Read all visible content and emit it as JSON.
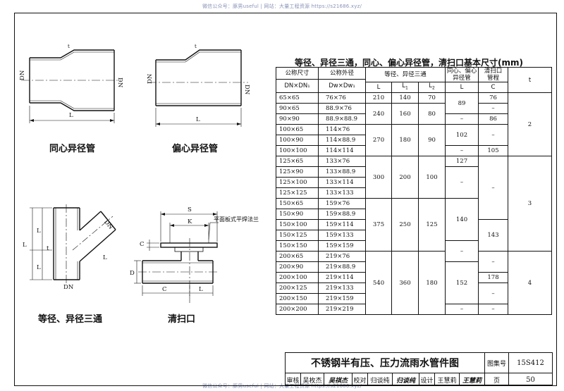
{
  "watermark": "微信公众号：豚男useful  |  网站：大量工程资源 https://s21686.xyz/",
  "captions": {
    "concentric_reducer": "同心异径管",
    "eccentric_reducer": "偏心异径管",
    "tee": "等径、异径三通",
    "cleanout": "清扫口"
  },
  "drawing_labels": {
    "dn": "DN",
    "dn1": "DN",
    "sub1": "1",
    "l": "L",
    "l1": "L",
    "l2": "L",
    "sub2": "2",
    "t": "t",
    "s": "S",
    "k": "K",
    "c": "C",
    "d": "D",
    "flange_note": "平面板式平焊法兰"
  },
  "table": {
    "title": "等径、异径三通，同心、偏心异径管，清扫口基本尺寸(mm)",
    "headers": {
      "nominal_size": "公称尺寸",
      "nominal_size_sub": "DN×DN₁",
      "outer_diameter": "公称外径",
      "outer_diameter_sub": "Dw×Dw₁",
      "tee_group": "等径、异径三通",
      "l": "L",
      "l1": "L",
      "l2": "L",
      "sub1": "1",
      "sub2": "2",
      "reducer_line1": "同心、偏心",
      "reducer_line2": "异径管",
      "reducer_l": "L",
      "cleanout_line1": "清扫口",
      "cleanout_line2": "管程",
      "cleanout_c": "C",
      "t": "t"
    },
    "rows": [
      {
        "dn": "65×65",
        "dw": "76×76"
      },
      {
        "dn": "90×65",
        "dw": "88.9×76"
      },
      {
        "dn": "90×90",
        "dw": "88.9×88.9"
      },
      {
        "dn": "100×65",
        "dw": "114×76"
      },
      {
        "dn": "100×90",
        "dw": "114×88.9"
      },
      {
        "dn": "100×100",
        "dw": "114×114"
      },
      {
        "dn": "125×65",
        "dw": "133×76"
      },
      {
        "dn": "125×90",
        "dw": "133×88.9"
      },
      {
        "dn": "125×100",
        "dw": "133×114"
      },
      {
        "dn": "125×125",
        "dw": "133×133"
      },
      {
        "dn": "150×65",
        "dw": "159×76"
      },
      {
        "dn": "150×90",
        "dw": "159×88.9"
      },
      {
        "dn": "150×100",
        "dw": "159×114"
      },
      {
        "dn": "150×125",
        "dw": "159×133"
      },
      {
        "dn": "150×150",
        "dw": "159×159"
      },
      {
        "dn": "200×65",
        "dw": "219×76"
      },
      {
        "dn": "200×90",
        "dw": "219×88.9"
      },
      {
        "dn": "200×100",
        "dw": "219×114"
      },
      {
        "dn": "200×125",
        "dw": "219×133"
      },
      {
        "dn": "200×150",
        "dw": "219×159"
      },
      {
        "dn": "200×200",
        "dw": "219×219"
      }
    ],
    "tee": {
      "g1": {
        "l": "210",
        "l1": "140",
        "l2": "70"
      },
      "g2": {
        "l": "240",
        "l1": "160",
        "l2": "80"
      },
      "g3": {
        "l": "270",
        "l1": "180",
        "l2": "90"
      },
      "g4": {
        "l": "300",
        "l1": "200",
        "l2": "100"
      },
      "g5": {
        "l": "375",
        "l1": "250",
        "l2": "125"
      },
      "g6": {
        "l": "540",
        "l1": "360",
        "l2": "180"
      }
    },
    "reducer": {
      "r1": "89",
      "r2": "–",
      "r3": "102",
      "r4": "–",
      "r5": "127",
      "r6": "–",
      "r7": "140",
      "r8": "–",
      "r9": "–",
      "r10": "152",
      "r11": "–"
    },
    "cleanout": {
      "c1": "76",
      "c2": "–",
      "c3": "86",
      "c4": "–",
      "c5": "105",
      "c6": "–",
      "c7": "143",
      "c8": "–",
      "c9": "–",
      "c10": "178",
      "c11": "–"
    },
    "thickness": {
      "t1": "2",
      "t2": "3",
      "t3": "4"
    }
  },
  "title_block": {
    "drawing_title": "不锈钢半有压、压力流雨水管件图",
    "atlas_label": "图集号",
    "atlas_no": "15S412",
    "review_label": "审核",
    "review_name": "吴枚杰",
    "review_sign": "吴祺杰",
    "check_label": "校对",
    "check_name": "归谈纯",
    "check_sign": "归谈纯",
    "design_label": "设计",
    "design_name": "王慧莉",
    "design_sign": "王慧莉",
    "page_label": "页",
    "page_no": "50"
  }
}
